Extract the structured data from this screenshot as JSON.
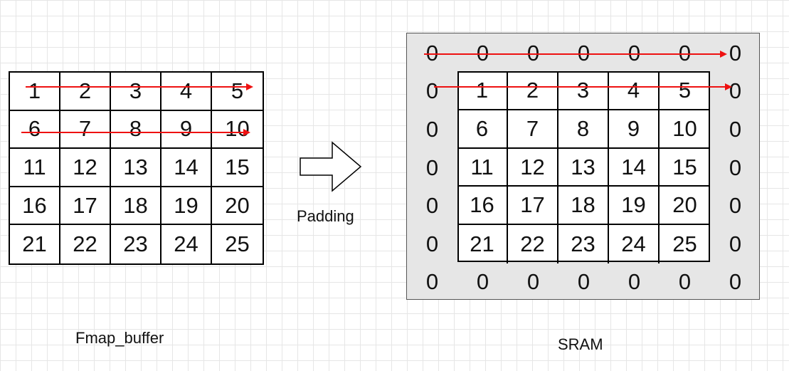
{
  "fmap_buffer": {
    "label": "Fmap_buffer",
    "cells": [
      "1",
      "2",
      "3",
      "4",
      "5",
      "6",
      "7",
      "8",
      "9",
      "10",
      "11",
      "12",
      "13",
      "14",
      "15",
      "16",
      "17",
      "18",
      "19",
      "20",
      "21",
      "22",
      "23",
      "24",
      "25"
    ]
  },
  "transform": {
    "label": "Padding"
  },
  "sram": {
    "label": "SRAM",
    "cells": [
      "0",
      "0",
      "0",
      "0",
      "0",
      "0",
      "0",
      "0",
      "1",
      "2",
      "3",
      "4",
      "5",
      "0",
      "0",
      "6",
      "7",
      "8",
      "9",
      "10",
      "0",
      "0",
      "11",
      "12",
      "13",
      "14",
      "15",
      "0",
      "0",
      "16",
      "17",
      "18",
      "19",
      "20",
      "0",
      "0",
      "21",
      "22",
      "23",
      "24",
      "25",
      "0",
      "0",
      "0",
      "0",
      "0",
      "0",
      "0",
      "0"
    ]
  },
  "colors": {
    "arrow": "#ee1111",
    "sram_background": "#e6e6e6",
    "grid_line": "#000000"
  },
  "icons": {
    "transform_arrow": "right-block-arrow-icon",
    "scan_arrow": "red-scan-arrow-icon"
  }
}
